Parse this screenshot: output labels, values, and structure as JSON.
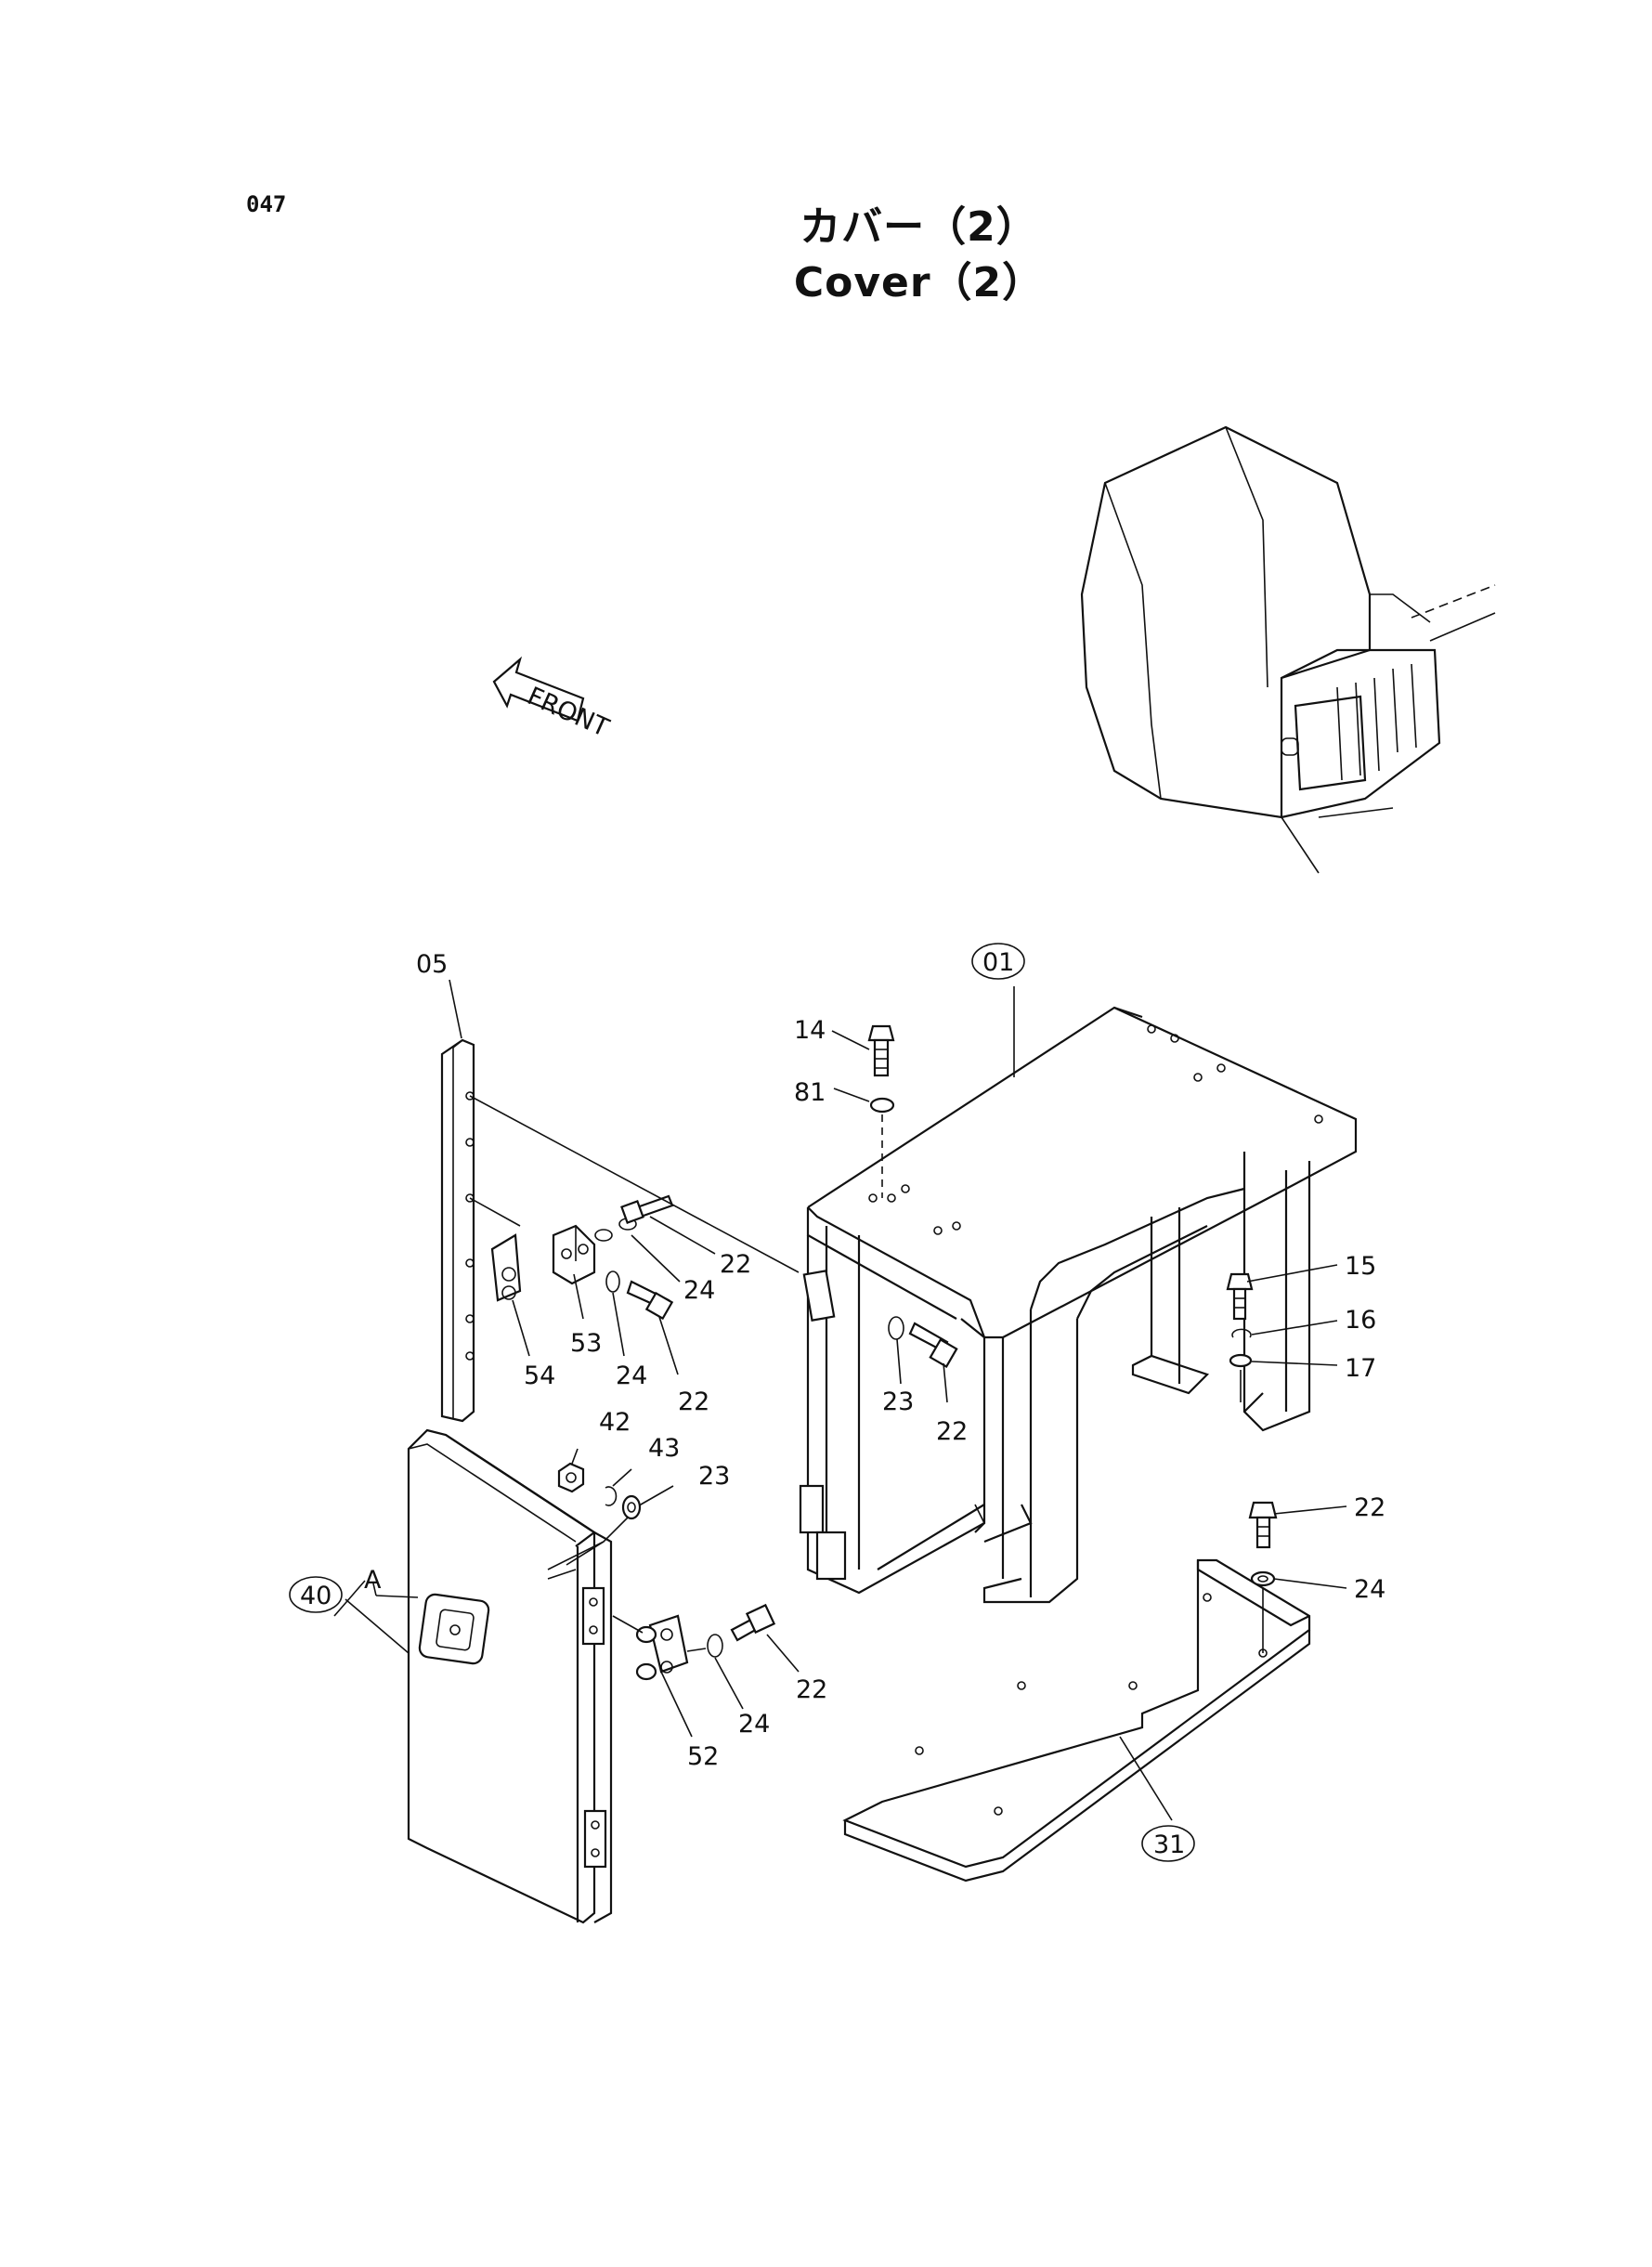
{
  "page_number": "047",
  "title_ja": "カバー（2）",
  "title_en": "Cover（2）",
  "front_label": "FRONT",
  "callouts": {
    "c01": "01",
    "c05": "05",
    "c14": "14",
    "c81": "81",
    "c15": "15",
    "c16": "16",
    "c17": "17",
    "c22a": "22",
    "c24a": "24",
    "c24b": "24",
    "c22b": "22",
    "c23a": "23",
    "c22c": "22",
    "c53": "53",
    "c54": "54",
    "c42": "42",
    "c43": "43",
    "c23b": "23",
    "c40": "40",
    "cA": "A",
    "c52": "52",
    "c24c": "24",
    "c22d": "22",
    "c22e": "22",
    "c24d": "24",
    "c31": "31"
  }
}
